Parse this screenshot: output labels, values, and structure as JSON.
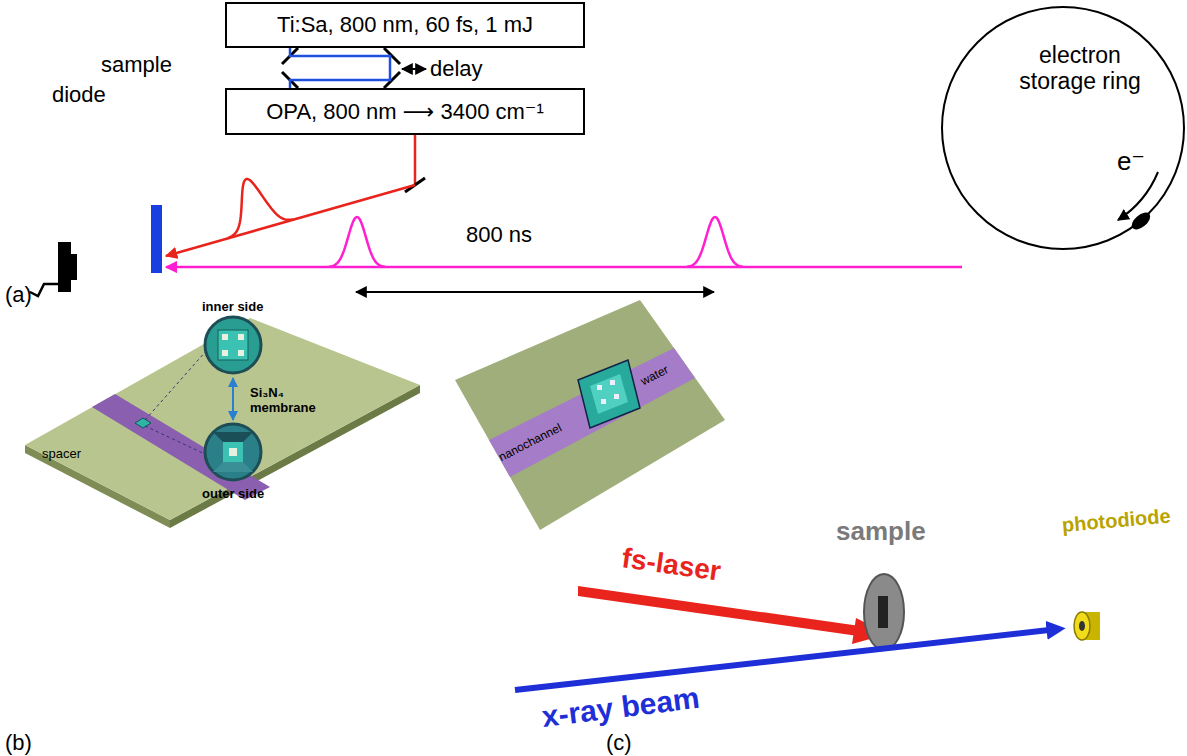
{
  "diagram": {
    "nodes": [
      {
        "text": [
          "Ti:Sa, 800 nm, 60 fs, 1 mJ"
        ]
      },
      {
        "text": [
          "OPA, 800 nm ⟶ 3400 cm⁻¹"
        ]
      },
      {
        "text": [
          "electron storage ring",
          "e⁻"
        ]
      }
    ],
    "edges": [
      {
        "from": 0,
        "to": 1,
        "arrow": "none"
      }
    ],
    "labels": [
      "delay",
      "sample",
      "diode",
      "800 ns",
      "(a)",
      "spacer",
      "inner side",
      "Si₃N₄ membrane",
      "outer side",
      "nanochannel",
      "water",
      "(b)",
      "fs-laser",
      "sample",
      "x-ray beam",
      "photodiode",
      "(c)"
    ]
  }
}
